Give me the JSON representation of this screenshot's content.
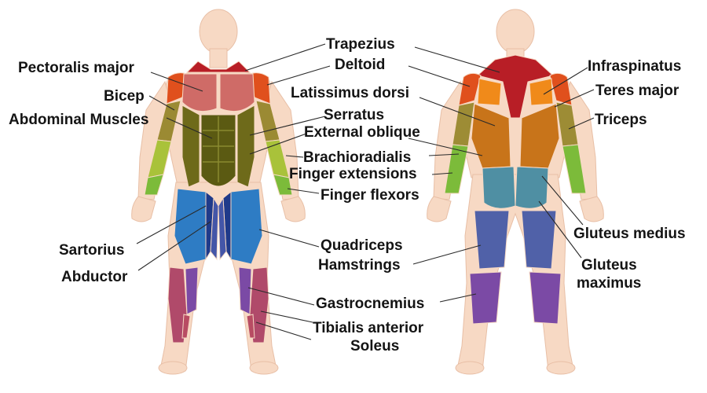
{
  "labels": {
    "trapezius": "Trapezius",
    "deltoid": "Deltoid",
    "pectoralis_major": "Pectoralis major",
    "bicep": "Bicep",
    "abdominal_muscles": "Abdominal Muscles",
    "latissimus_dorsi": "Latissimus dorsi",
    "serratus": "Serratus",
    "external_oblique": "External oblique",
    "brachioradialis": "Brachioradialis",
    "finger_extensions": "Finger extensions",
    "finger_flexors": "Finger flexors",
    "infraspinatus": "Infraspinatus",
    "teres_major": "Teres major",
    "triceps": "Triceps",
    "gluteus_medius": "Gluteus medius",
    "gluteus_maximus_line1": "Gluteus",
    "gluteus_maximus_line2": "maximus",
    "sartorius": "Sartorius",
    "abductor": "Abductor",
    "quadriceps": "Quadriceps",
    "hamstrings": "Hamstrings",
    "gastrocnemius": "Gastrocnemius",
    "tibialis_anterior": "Tibialis anterior",
    "soleus": "Soleus"
  },
  "colors": {
    "skin": "#f7d9c4",
    "trapezius": "#b81e26",
    "deltoid": "#e0501d",
    "pectoralis": "#cf6b67",
    "bicep": "#9b8a33",
    "brachioradialis": "#a9c23a",
    "forearm_flexor": "#7cbb3a",
    "abdominals": "#5b5a12",
    "obliques": "#6e6a1a",
    "serratus": "#6b6a1a",
    "lats": "#c8741a",
    "infraspinatus": "#f08a1a",
    "triceps": "#9d8c35",
    "quadriceps": "#2e7cc4",
    "sartorius": "#1f3a8a",
    "adductor": "#4456a8",
    "gluteus": "#4f8fa3",
    "hamstrings": "#5061a8",
    "gastrocnemius": "#7b4aa5",
    "soleus": "#b84c63",
    "tibialis": "#b04a6a"
  }
}
